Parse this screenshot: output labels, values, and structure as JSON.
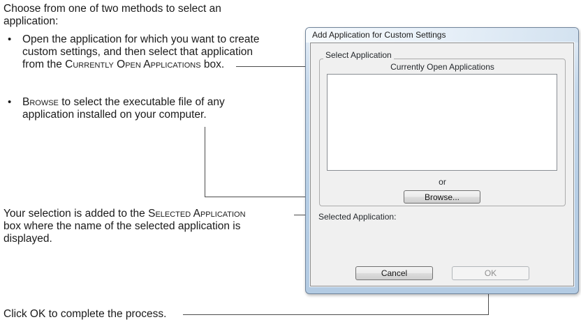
{
  "instructions": {
    "bullet_char": "•",
    "paragraphs": {
      "intro": {
        "lines": [
          [
            {
              "t": "Choose from one of two methods to select an"
            }
          ],
          [
            {
              "t": "application:"
            }
          ]
        ]
      },
      "bullet_open_app": {
        "lines": [
          [
            {
              "t": "Open the application for which you want to create"
            }
          ],
          [
            {
              "t": "custom settings, and then select that application"
            }
          ],
          [
            {
              "t": "from the "
            },
            {
              "t": "Currently Open Applications",
              "sc": true
            },
            {
              "t": " box."
            }
          ]
        ]
      },
      "bullet_browse": {
        "lines": [
          [
            {
              "t": "Browse",
              "sc": true
            },
            {
              "t": " to select the executable file of any"
            }
          ],
          [
            {
              "t": "application installed on your computer."
            }
          ]
        ]
      },
      "selection_note": {
        "lines": [
          [
            {
              "t": "Your selection is added to the "
            },
            {
              "t": "Selected Application",
              "sc": true
            }
          ],
          [
            {
              "t": "box where the name of the selected application is"
            }
          ],
          [
            {
              "t": "displayed."
            }
          ]
        ]
      },
      "ok_note": {
        "lines": [
          [
            {
              "t": "Click OK to complete the process."
            }
          ]
        ]
      }
    }
  },
  "dialog": {
    "title": "Add Application for Custom Settings",
    "select_application_group": "Select Application",
    "currently_open_label": "Currently Open Applications",
    "open_applications_list": [],
    "or_label": "or",
    "browse_button": "Browse...",
    "selected_application_label": "Selected Application:",
    "selected_application_value": "",
    "cancel_button": "Cancel",
    "ok_button": "OK"
  },
  "colors": {
    "frame_blue": "#b7cfe6",
    "content_gray": "#f0f0f0",
    "disabled_text": "#8f8f8f",
    "callout_line": "#4c4c4c"
  }
}
